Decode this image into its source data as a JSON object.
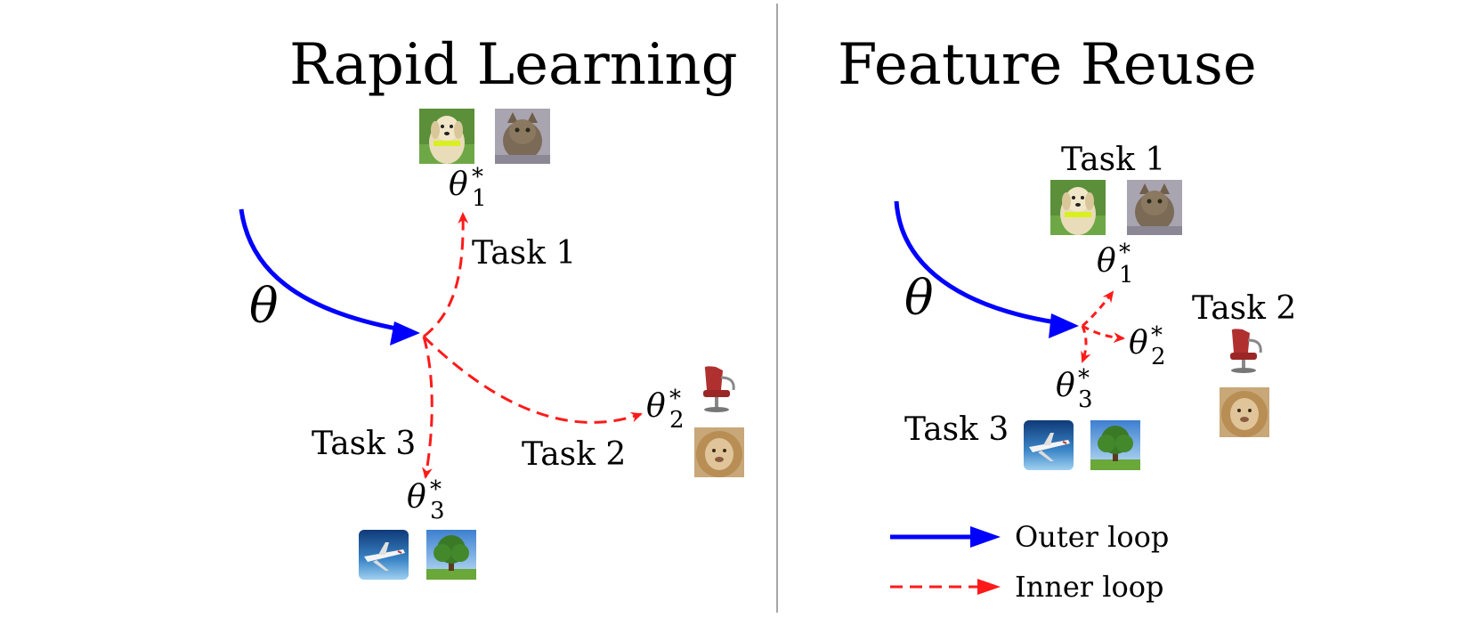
{
  "left_panel": {
    "title": "Rapid Learning",
    "theta": "θ",
    "task1_label": "Task 1",
    "task2_label": "Task 2",
    "task3_label": "Task 3",
    "theta1": "θ",
    "theta1_sub": "1",
    "theta1_sup": "*",
    "theta2": "θ",
    "theta2_sub": "2",
    "theta2_sup": "*",
    "theta3": "θ",
    "theta3_sub": "3",
    "theta3_sup": "*"
  },
  "right_panel": {
    "title": "Feature Reuse",
    "theta": "θ",
    "task1_label": "Task 1",
    "task2_label": "Task 2",
    "task3_label": "Task 3",
    "theta1": "θ",
    "theta1_sub": "1",
    "theta1_sup": "*",
    "theta2": "θ",
    "theta2_sub": "2",
    "theta2_sup": "*",
    "theta3": "θ",
    "theta3_sub": "3",
    "theta3_sup": "*"
  },
  "legend": {
    "outer_label": "Outer loop",
    "inner_label": "Inner loop"
  },
  "colors": {
    "outer_loop": "#0000ff",
    "inner_loop": "#ff1a1a",
    "divider": "#888888",
    "text": "#111111"
  },
  "icons": [
    "dog-photo",
    "cat-photo",
    "chair-photo",
    "lion-photo",
    "airplane-photo",
    "tree-photo"
  ]
}
